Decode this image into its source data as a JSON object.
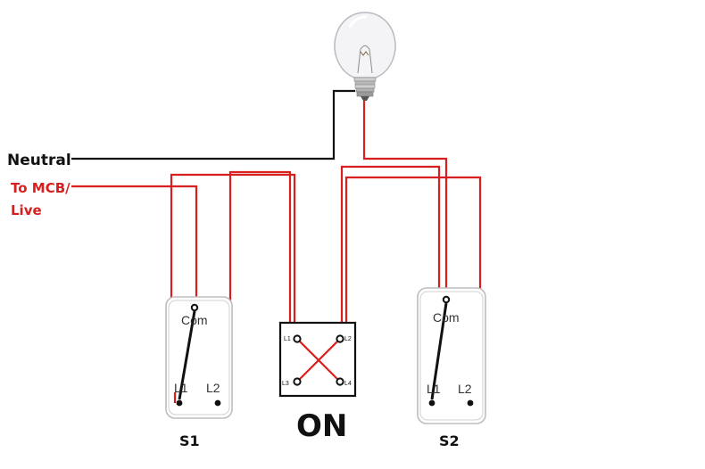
{
  "labels": {
    "neutral": "Neutral",
    "mcb_line1": "To MCB/",
    "mcb_line2": "Live",
    "state": "ON",
    "switch1": "S1",
    "switch2": "S2"
  },
  "switch1": {
    "com": "Com",
    "l1": "L1",
    "l2": "L2"
  },
  "switch2": {
    "com": "Com",
    "l1": "L1",
    "l2": "L2"
  },
  "intermediate": {
    "l1": "L1",
    "l2": "L2",
    "l3": "L3",
    "l4": "L4"
  },
  "colors": {
    "live": "#d81f1f",
    "neutral": "#111111"
  }
}
